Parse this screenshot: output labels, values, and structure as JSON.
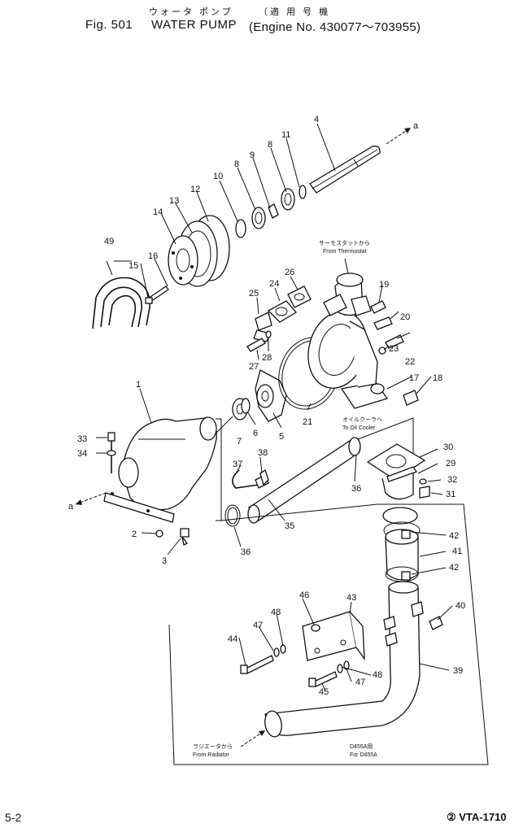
{
  "header": {
    "jp_title": "ウォータ ポンプ",
    "jp_applicability": "（適 用 号 機",
    "fig_label": "Fig. 501",
    "fig_title": "WATER PUMP",
    "applicability": "(Engine No. 430077～703955)"
  },
  "callouts": [
    "1",
    "2",
    "3",
    "4",
    "5",
    "6",
    "7",
    "8",
    "8",
    "9",
    "10",
    "11",
    "12",
    "13",
    "14",
    "15",
    "16",
    "17",
    "18",
    "19",
    "20",
    "21",
    "22",
    "23",
    "24",
    "25",
    "26",
    "27",
    "28",
    "29",
    "30",
    "31",
    "32",
    "33",
    "34",
    "35",
    "36",
    "36",
    "37",
    "38",
    "39",
    "40",
    "41",
    "42",
    "42",
    "43",
    "44",
    "45",
    "46",
    "47",
    "47",
    "48",
    "48",
    "49"
  ],
  "arrow_labels": {
    "a_top": "a",
    "a_left": "a"
  },
  "notes": {
    "thermostat_jp": "サーモスタットから",
    "thermostat_en": "From  Thermostat",
    "oil_cooler_jp": "オイルクーラへ",
    "oil_cooler_en": "To  Oil  Cooler",
    "radiator_jp": "ラジエータから",
    "radiator_en": "From  Radiator",
    "d455a_jp": "D455A用",
    "d455a_en": "For  D455A"
  },
  "footer": {
    "page": "5-2",
    "code": "② VTA-1710"
  }
}
